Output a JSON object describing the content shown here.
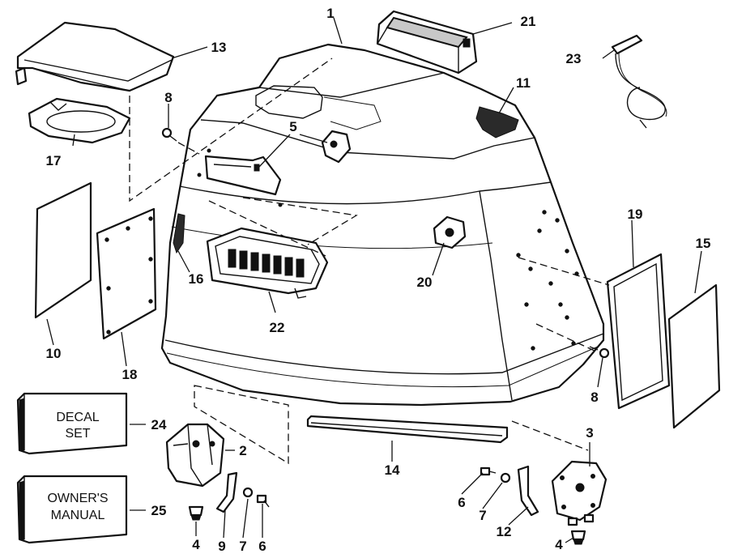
{
  "callouts": {
    "c1": "1",
    "c2": "2",
    "c3": "3",
    "c4a": "4",
    "c4b": "4",
    "c5": "5",
    "c6a": "6",
    "c6b": "6",
    "c7a": "7",
    "c7b": "7",
    "c8a": "8",
    "c8b": "8",
    "c9": "9",
    "c10": "10",
    "c11": "11",
    "c12": "12",
    "c13": "13",
    "c14": "14",
    "c15": "15",
    "c16": "16",
    "c17": "17",
    "c18": "18",
    "c19": "19",
    "c20": "20",
    "c21": "21",
    "c22": "22",
    "c23": "23",
    "c24": "24",
    "c25": "25"
  },
  "books": {
    "decal_line1": "DECAL",
    "decal_line2": "SET",
    "manual_line1": "OWNER'S",
    "manual_line2": "MANUAL"
  }
}
